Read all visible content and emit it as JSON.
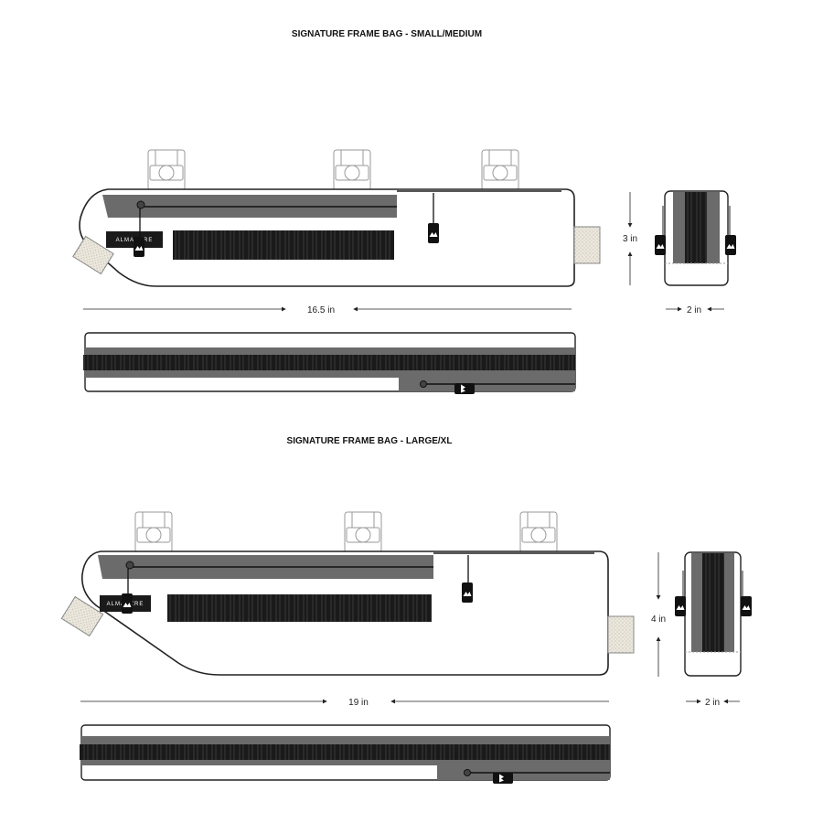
{
  "colors": {
    "bag_outline": "#222222",
    "panel_gray": "#6b6b6b",
    "webbing_black": "#1a1a1a",
    "velcro_tan": "#e8e4da",
    "strap_outline": "#9a9a9a"
  },
  "icons": {
    "zipper_pull": "mountain-logo-pull",
    "brand_logo": "almanzre-logo"
  },
  "sections": [
    {
      "title": "SIGNATURE FRAME BAG - SMALL/MEDIUM",
      "length_label": "16.5 in",
      "height_label": "3 in",
      "width_label": "2 in",
      "brand_label": "ALMANZRE"
    },
    {
      "title": "SIGNATURE FRAME BAG - LARGE/XL",
      "length_label": "19 in",
      "height_label": "4 in",
      "width_label": "2 in",
      "brand_label": "ALMANZRE"
    }
  ]
}
